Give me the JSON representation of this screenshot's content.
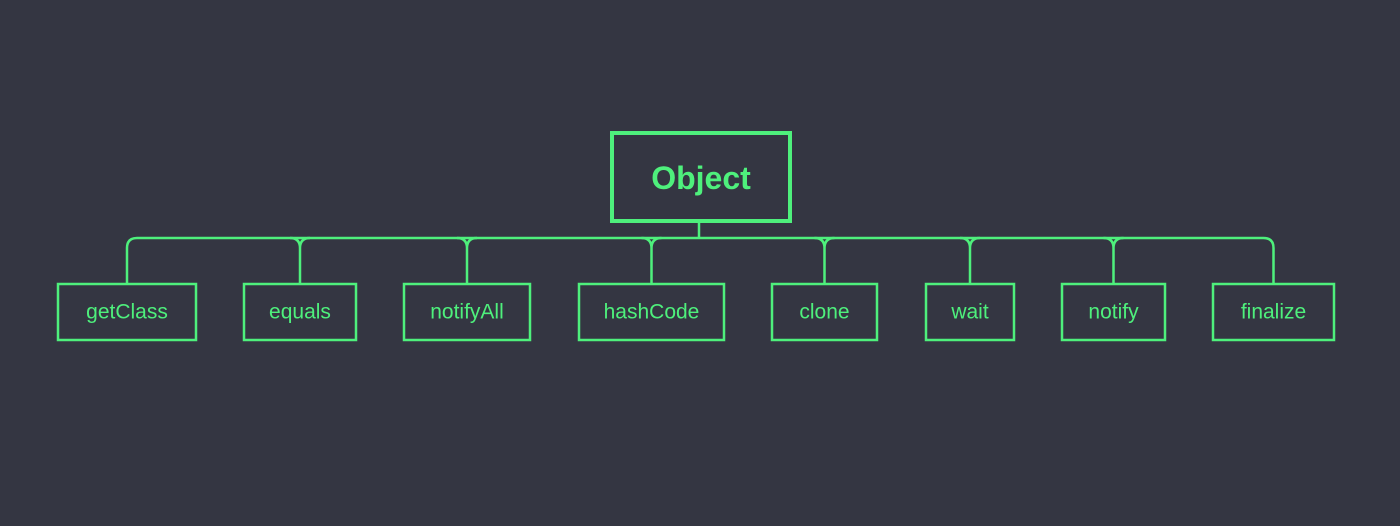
{
  "colors": {
    "background": "#343642",
    "accent": "#4ef07c"
  },
  "root": {
    "label": "Object"
  },
  "children": [
    {
      "id": "getClass",
      "label": "getClass"
    },
    {
      "id": "equals",
      "label": "equals"
    },
    {
      "id": "notifyAll",
      "label": "notifyAll"
    },
    {
      "id": "hashCode",
      "label": "hashCode"
    },
    {
      "id": "clone",
      "label": "clone"
    },
    {
      "id": "wait",
      "label": "wait"
    },
    {
      "id": "notify",
      "label": "notify"
    },
    {
      "id": "finalize",
      "label": "finalize"
    }
  ]
}
